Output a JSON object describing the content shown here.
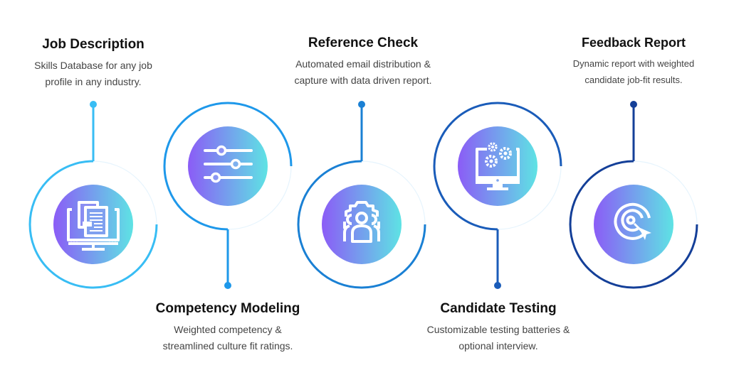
{
  "steps": [
    {
      "id": "job-description",
      "title": "Job Description",
      "description": [
        "Skills Database for any job",
        "profile in any industry."
      ],
      "icon": "computer-documents-icon",
      "ring_color": "#38bdf4",
      "text_position": "top"
    },
    {
      "id": "competency-modeling",
      "title": "Competency Modeling",
      "description": [
        "Weighted competency &",
        "streamlined culture fit ratings."
      ],
      "icon": "sliders-icon",
      "ring_color": "#1e98ea",
      "text_position": "bottom"
    },
    {
      "id": "reference-check",
      "title": "Reference Check",
      "description": [
        "Automated email distribution &",
        "capture with data driven report."
      ],
      "icon": "team-gear-icon",
      "ring_color": "#1a80d4",
      "text_position": "top"
    },
    {
      "id": "candidate-testing",
      "title": "Candidate Testing",
      "description": [
        "Customizable testing batteries &",
        "optional interview."
      ],
      "icon": "monitor-gears-icon",
      "ring_color": "#1a5cb9",
      "text_position": "bottom"
    },
    {
      "id": "feedback-report",
      "title": "Feedback Report",
      "description": [
        "Dynamic report with weighted",
        "candidate job-fit results."
      ],
      "icon": "target-cursor-icon",
      "ring_color": "#143f98",
      "text_position": "top"
    }
  ],
  "colors": {
    "gradient_start": "#8b5cf6",
    "gradient_end": "#5ee3e4",
    "icon_fill": "#ffffff",
    "title_color": "#111111",
    "description_color": "#444444"
  }
}
